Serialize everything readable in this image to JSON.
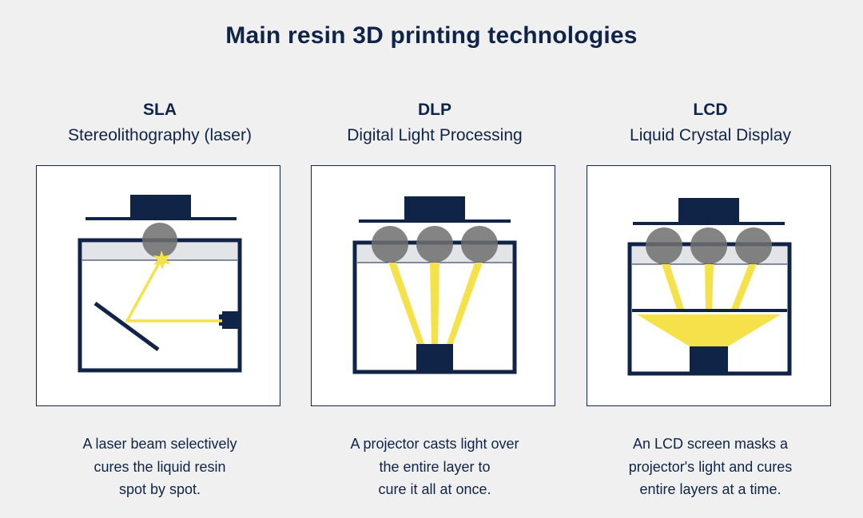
{
  "title": "Main resin 3D printing technologies",
  "colors": {
    "navy": "#0f2447",
    "beam_yellow": "#f5e24a",
    "resin_layer": "#e3e4e8",
    "lens_gray": "#7a7a7a",
    "panel_bg": "#ffffff",
    "page_bg": "#f0f0f0"
  },
  "columns": [
    {
      "acronym": "SLA",
      "full_name": "Stereolithography (laser)",
      "description": [
        "A laser beam selectively",
        "cures the liquid resin",
        "spot by spot."
      ]
    },
    {
      "acronym": "DLP",
      "full_name": "Digital Light Processing",
      "description": [
        "A projector casts light over",
        "the entire layer to",
        "cure it all at once."
      ]
    },
    {
      "acronym": "LCD",
      "full_name": "Liquid Crystal Display",
      "description": [
        "An LCD screen masks a",
        "projector's light and cures",
        "entire layers at a time."
      ]
    }
  ]
}
